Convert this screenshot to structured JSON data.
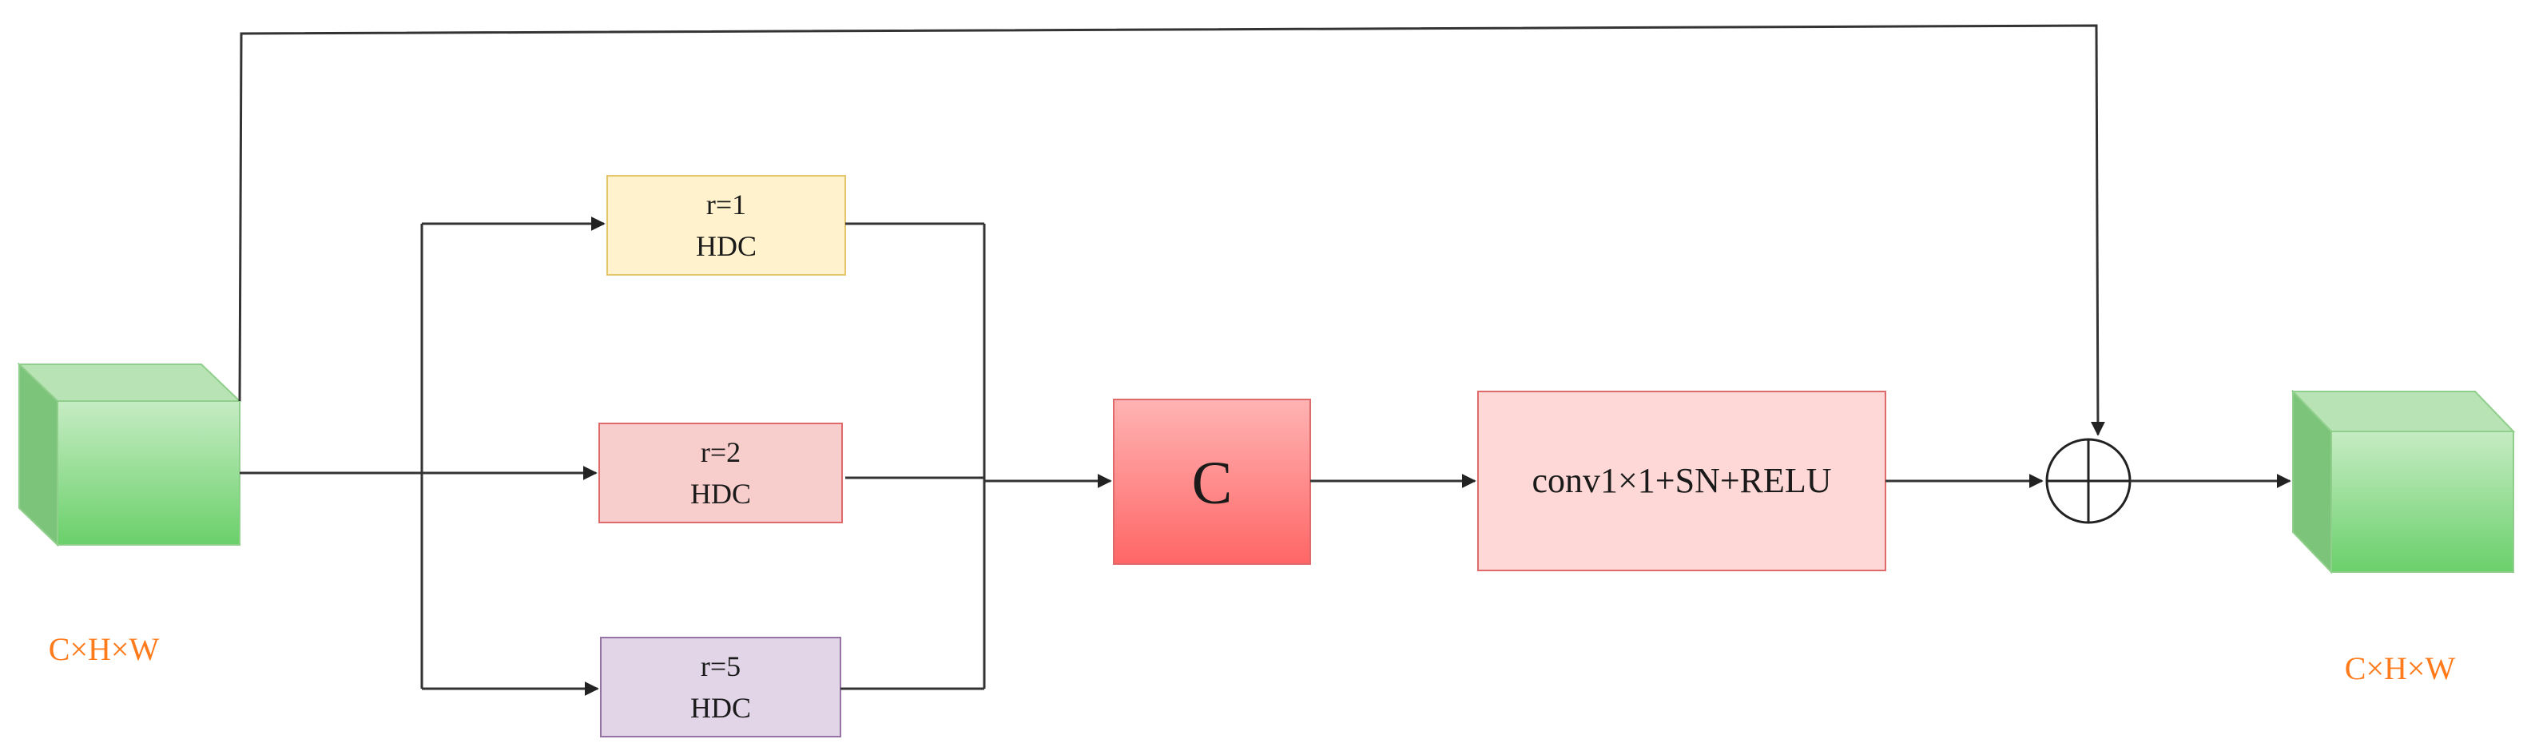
{
  "input_tensor": {
    "label": "C×H×W",
    "color": "#ff7a1a"
  },
  "output_tensor": {
    "label": "C×H×W",
    "color": "#ff7a1a"
  },
  "branches": [
    {
      "rate": "r=1",
      "name": "HDC",
      "fill": "#fff2cc",
      "stroke": "#e6c46a"
    },
    {
      "rate": "r=2",
      "name": "HDC",
      "fill": "#f8cecc",
      "stroke": "#e06a6a"
    },
    {
      "rate": "r=5",
      "name": "HDC",
      "fill": "#e1d5e7",
      "stroke": "#9673a6"
    }
  ],
  "concat": {
    "label": "C",
    "fill_top": "#ffb3b3",
    "fill_bottom": "#ff6666"
  },
  "conv_block": {
    "label": "conv1×1+SN+RELU",
    "fill": "#fdd8d6",
    "stroke": "#e06a6a"
  },
  "add_node": {
    "symbol": "plus-circle"
  },
  "cube_colors": {
    "front_top": "#c6ecc4",
    "front_bottom": "#6ad06a",
    "side": "#7cc47a",
    "top": "#b8e3b5"
  }
}
